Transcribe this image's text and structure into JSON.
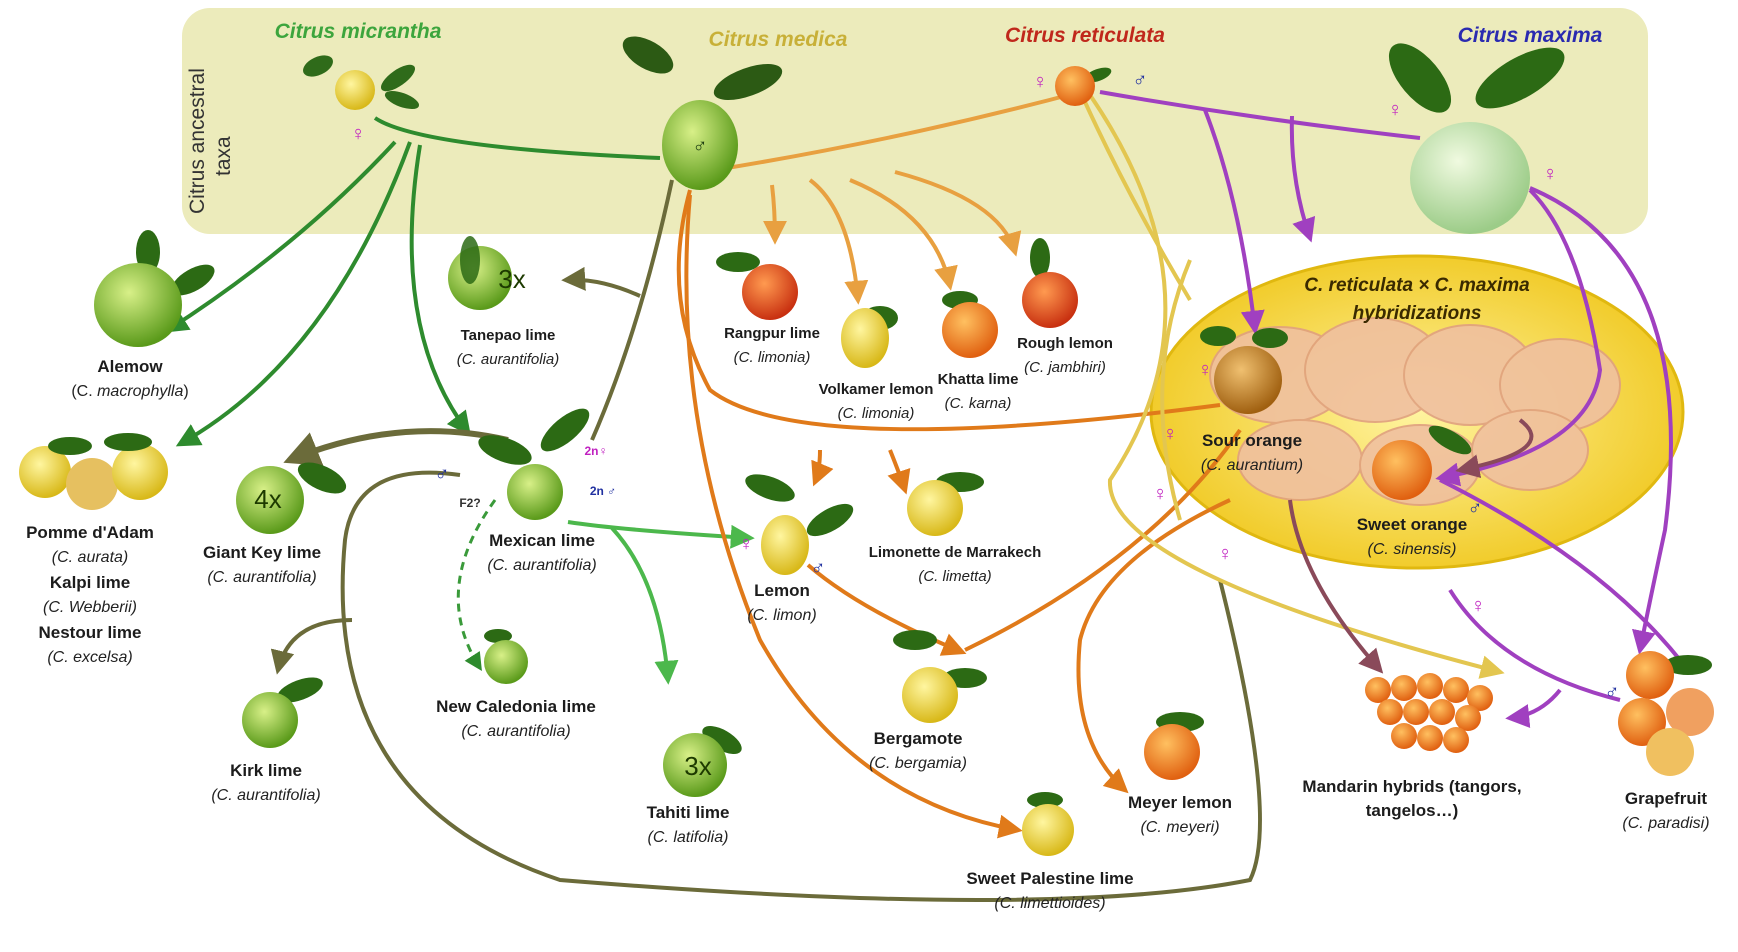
{
  "panel": {
    "side_label_line1": "Citrus ancestral",
    "side_label_line2": "taxa"
  },
  "ancestors": {
    "micrantha": {
      "name": "Citrus micrantha",
      "color": "#3da53d"
    },
    "medica": {
      "name": "Citrus medica",
      "color": "#c8b038"
    },
    "reticulata": {
      "name": "Citrus reticulata",
      "color": "#c0281c"
    },
    "maxima": {
      "name": "Citrus maxima",
      "color": "#2a2ab0"
    }
  },
  "hybrid_zone": {
    "line1": "C. reticulata × C. maxima",
    "line2": "hybridizations"
  },
  "symbols": {
    "female": "♀",
    "male": "♂"
  },
  "markers": {
    "ploidy_3x": "3x",
    "ploidy_4x": "4x",
    "f2": "F2?",
    "two_n_female": "2n♀",
    "two_n_male": "2n ♂"
  },
  "varieties": {
    "alemow": {
      "name": "Alemow",
      "sci_prefix": "(C. ",
      "sci_italic": "macrophylla",
      "sci_suffix": ")"
    },
    "pomme": {
      "name": "Pomme d'Adam",
      "sci": "(C. aurata)"
    },
    "kalpi": {
      "name": "Kalpi lime",
      "sci": "(C. Webberii)"
    },
    "nestour": {
      "name": "Nestour lime",
      "sci": "(C. excelsa)"
    },
    "tanepao": {
      "name": "Tanepao lime",
      "sci": "(C. aurantifolia)"
    },
    "giant_key": {
      "name": "Giant Key lime",
      "sci": "(C. aurantifolia)"
    },
    "mexican": {
      "name": "Mexican lime",
      "sci": "(C. aurantifolia)"
    },
    "kirk": {
      "name": "Kirk lime",
      "sci": "(C. aurantifolia)"
    },
    "new_caledonia": {
      "name": "New Caledonia lime",
      "sci": "(C. aurantifolia)"
    },
    "tahiti": {
      "name": "Tahiti lime",
      "sci": "(C. latifolia)"
    },
    "rangpur": {
      "name": "Rangpur lime",
      "sci": "(C. limonia)"
    },
    "volkamer": {
      "name": "Volkamer lemon",
      "sci": "(C. limonia)"
    },
    "khatta": {
      "name": "Khatta lime",
      "sci": "(C. karna)"
    },
    "rough": {
      "name": "Rough lemon",
      "sci": "(C. jambhiri)"
    },
    "lemon": {
      "name": "Lemon",
      "sci": "(C. limon)"
    },
    "limonette": {
      "name": "Limonette de Marrakech",
      "sci": "(C. limetta)"
    },
    "bergamote": {
      "name": "Bergamote",
      "sci": "(C. bergamia)"
    },
    "sweet_palestine": {
      "name": "Sweet Palestine lime",
      "sci": "(C. limettioides)"
    },
    "meyer": {
      "name": "Meyer lemon",
      "sci": "(C. meyeri)"
    },
    "sour_orange": {
      "name": "Sour orange",
      "sci": "(C. aurantium)"
    },
    "sweet_orange": {
      "name": "Sweet orange",
      "sci": "(C. sinensis)"
    },
    "mandarin_hybrids": {
      "name_line1": "Mandarin hybrids (tangors,",
      "name_line2": "tangelos…)"
    },
    "grapefruit": {
      "name": "Grapefruit",
      "sci": "(C. paradisi)"
    }
  },
  "colors": {
    "panel_bg": "#ecebbb",
    "hybrid_zone": "#f2cf2e",
    "micrantha_arrow": "#2e8b2e",
    "lime_arrow": "#6b6b3a",
    "medica_orange": "#e8a040",
    "dark_orange": "#e07a1a",
    "reticulata_yellow": "#e8d060",
    "maxima_purple": "#a040c0",
    "violet": "#9040d0",
    "female_symbol": "#c020c0",
    "male_symbol": "#2030a0"
  }
}
